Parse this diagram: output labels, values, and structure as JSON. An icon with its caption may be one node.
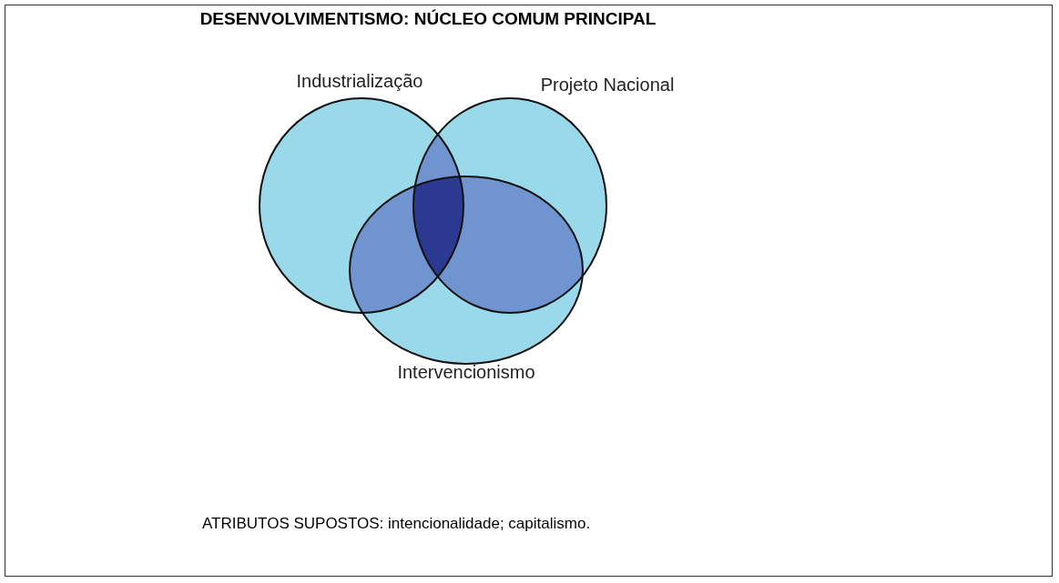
{
  "diagram": {
    "title": "DESENVOLVIMENTISMO: NÚCLEO COMUM PRINCIPAL",
    "nodes": [
      {
        "text": [
          "Industrialização"
        ]
      },
      {
        "text": [
          "Projeto Nacional"
        ]
      },
      {
        "text": [
          "Intervencionismo"
        ]
      }
    ],
    "labels": [
      "ATRIBUTOS SUPOSTOS: intencionalidade; capitalismo."
    ]
  }
}
